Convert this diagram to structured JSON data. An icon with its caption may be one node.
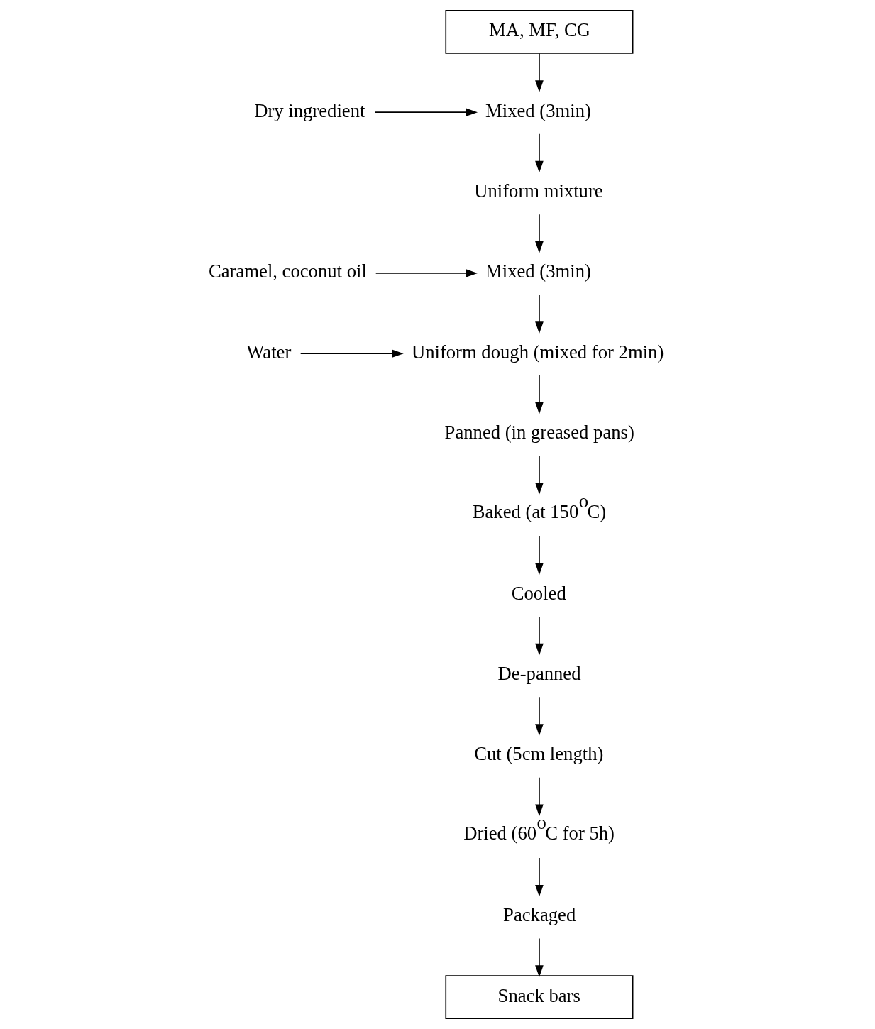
{
  "diagram": {
    "nodes": [
      {
        "text": [
          "MA, MF, CG"
        ]
      },
      {
        "text": [
          "Dry ingredient"
        ]
      },
      {
        "text": [
          "Mixed (3min)"
        ]
      },
      {
        "text": [
          "Uniform mixture"
        ]
      },
      {
        "text": [
          "Caramel, coconut oil"
        ]
      },
      {
        "text": [
          "Mixed (3min)"
        ]
      },
      {
        "text": [
          "Water"
        ]
      },
      {
        "text": [
          "Uniform dough (mixed for 2min)"
        ]
      },
      {
        "text": [
          "Panned (in greased pans)"
        ]
      },
      {
        "text": [
          "Baked (at 150$^{o}$C)"
        ]
      },
      {
        "text": [
          "Cooled"
        ]
      },
      {
        "text": [
          "De-panned"
        ]
      },
      {
        "text": [
          "Cut (5cm length)"
        ]
      },
      {
        "text": [
          "Dried (60$^{o}$C for 5h)"
        ]
      },
      {
        "text": [
          "Packaged"
        ]
      },
      {
        "text": [
          "Snack bars"
        ]
      }
    ],
    "edges": [
      {
        "from": 0,
        "to": 2,
        "arrow": "to"
      },
      {
        "from": 1,
        "to": 2,
        "arrow": "to"
      },
      {
        "from": 2,
        "to": 3,
        "arrow": "to"
      },
      {
        "from": 3,
        "to": 5,
        "arrow": "to"
      },
      {
        "from": 4,
        "to": 5,
        "arrow": "to"
      },
      {
        "from": 5,
        "to": 7,
        "arrow": "to"
      },
      {
        "from": 6,
        "to": 7,
        "arrow": "to"
      },
      {
        "from": 7,
        "to": 8,
        "arrow": "to"
      },
      {
        "from": 8,
        "to": 9,
        "arrow": "to"
      },
      {
        "from": 9,
        "to": 10,
        "arrow": "to"
      },
      {
        "from": 10,
        "to": 11,
        "arrow": "to"
      },
      {
        "from": 11,
        "to": 12,
        "arrow": "to"
      },
      {
        "from": 12,
        "to": 13,
        "arrow": "to"
      },
      {
        "from": 13,
        "to": 14,
        "arrow": "to"
      },
      {
        "from": 14,
        "to": 15,
        "arrow": "to"
      }
    ]
  }
}
